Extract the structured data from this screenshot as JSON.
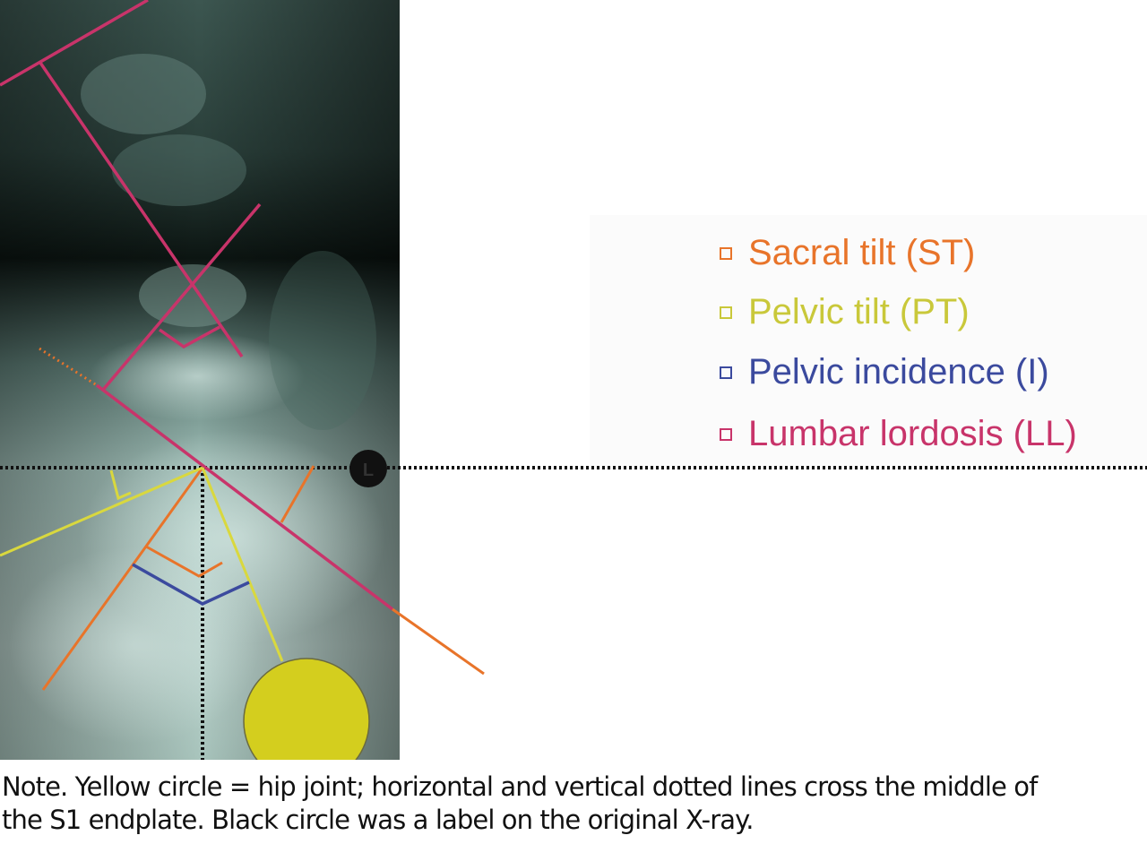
{
  "legend": {
    "items": [
      {
        "label": "Sacral tilt (ST)",
        "color": "#e8742a"
      },
      {
        "label": "Pelvic tilt (PT)",
        "color": "#c9c83a"
      },
      {
        "label": "Pelvic incidence (I)",
        "color": "#3b4a9e"
      },
      {
        "label": "Lumbar lordosis (LL)",
        "color": "#c8346a"
      }
    ]
  },
  "marker_label": "L",
  "note": {
    "line1": "Note. Yellow circle = hip joint; horizontal and vertical dotted lines cross the middle of",
    "line2": "the S1 endplate. Black circle was a label on the original X-ray."
  }
}
